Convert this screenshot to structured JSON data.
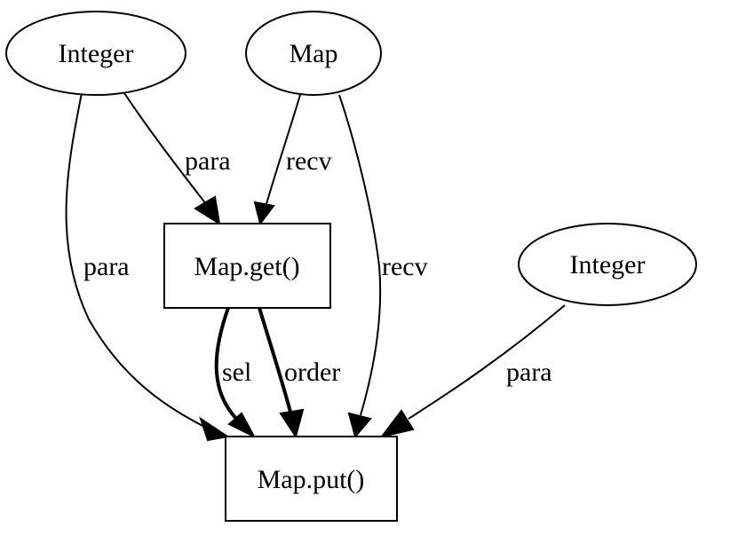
{
  "nodes": [
    {
      "id": "integer1",
      "label": "Integer",
      "shape": "ellipse"
    },
    {
      "id": "map",
      "label": "Map",
      "shape": "ellipse"
    },
    {
      "id": "integer2",
      "label": "Integer",
      "shape": "ellipse"
    },
    {
      "id": "mapget",
      "label": "Map.get()",
      "shape": "box"
    },
    {
      "id": "mapput",
      "label": "Map.put()",
      "shape": "box"
    }
  ],
  "edges": [
    {
      "from": "integer1",
      "to": "mapget",
      "label": "para",
      "style": "normal"
    },
    {
      "from": "map",
      "to": "mapget",
      "label": "recv",
      "style": "normal"
    },
    {
      "from": "integer1",
      "to": "mapput",
      "label": "para",
      "style": "normal"
    },
    {
      "from": "map",
      "to": "mapput",
      "label": "recv",
      "style": "normal"
    },
    {
      "from": "mapget",
      "to": "mapput",
      "label": "sel",
      "style": "bold"
    },
    {
      "from": "mapget",
      "to": "mapput",
      "label": "order",
      "style": "bold"
    },
    {
      "from": "integer2",
      "to": "mapput",
      "label": "para",
      "style": "normal"
    }
  ]
}
